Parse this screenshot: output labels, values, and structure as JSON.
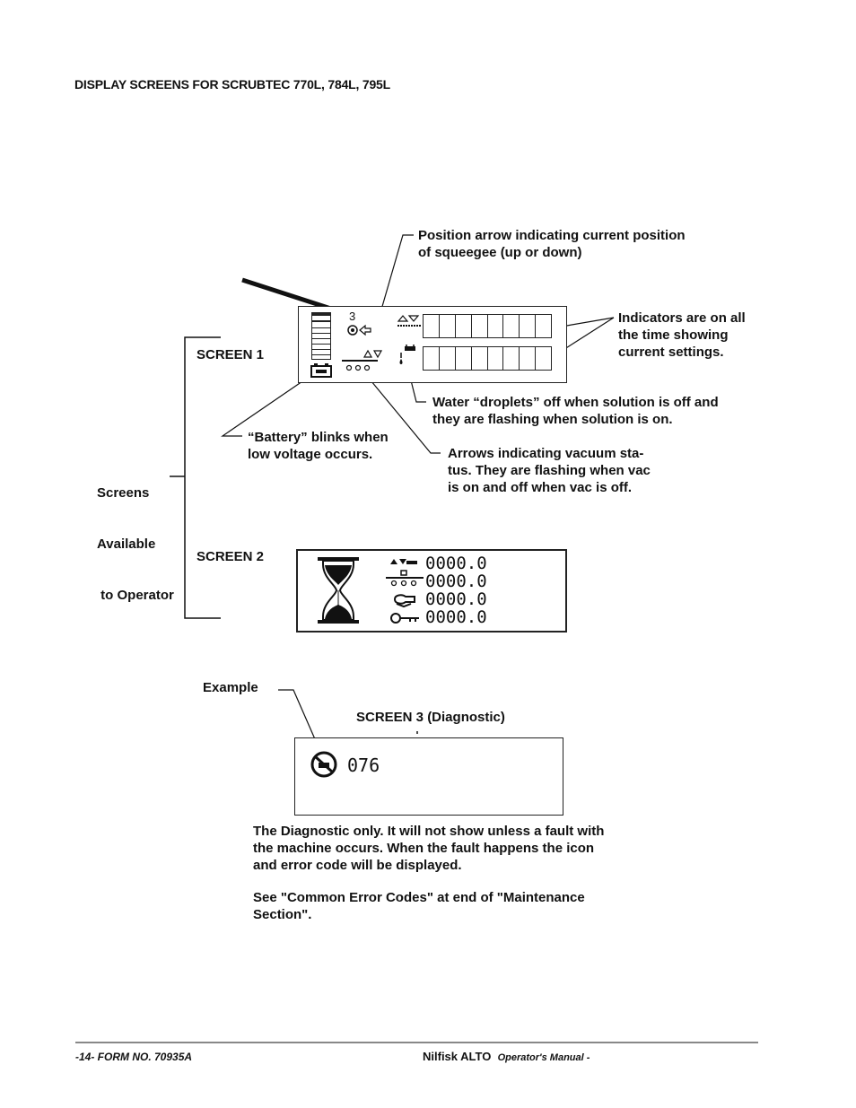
{
  "header": {
    "title": "DISPLAY SCREENS  FOR SCRUBTEC 770L, 784L, 795L"
  },
  "callouts": {
    "position_arrow": [
      "Position arrow indicating current position",
      "of squeegee (up or down)"
    ],
    "indicators": [
      "Indicators are on all",
      "the time showing",
      "current settings."
    ],
    "water": [
      "Water “droplets” off when solution is off and",
      "they are flashing when solution is on."
    ],
    "battery": [
      "“Battery” blinks when",
      "low voltage occurs."
    ],
    "vacuum": [
      "Arrows indicating vacuum sta-",
      "tus.  They are flashing when vac",
      "is on and off when vac is off."
    ],
    "screens_available": [
      "Screens",
      "Available",
      " to Operator"
    ]
  },
  "screen1": {
    "label": "SCREEN 1",
    "digit": "3"
  },
  "screen2": {
    "label": "SCREEN 2",
    "readouts": [
      "0000.0",
      "0000.0",
      "0000.0",
      "0000.0"
    ]
  },
  "screen3": {
    "example_label": "Example",
    "label": "SCREEN 3 (Diagnostic)",
    "error_code": "076"
  },
  "notes": {
    "diagnostic": [
      "The Diagnostic only.  It will not show unless a fault with",
      "the machine occurs.  When the fault happens the icon",
      "and error code will be displayed."
    ],
    "see_also": [
      "See \"Common Error Codes\" at end of \"Maintenance",
      "Section\"."
    ]
  },
  "footer": {
    "left": "-14-  FORM NO. 70935A",
    "brand": "Nilfisk ALTO",
    "manual": "Operator's Manual -"
  }
}
